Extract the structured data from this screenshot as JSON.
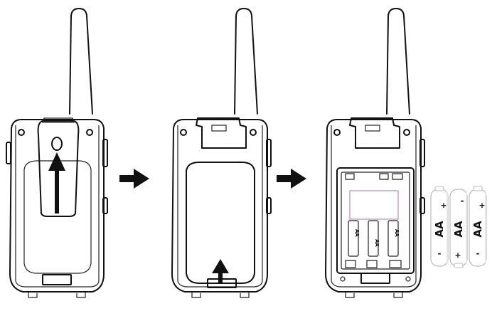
{
  "steps": [
    {
      "id": "step-1-unclip",
      "arrow": "up"
    },
    {
      "id": "step-2-open-cover",
      "arrow": "up"
    },
    {
      "id": "step-3-insert-batteries"
    }
  ],
  "batteries": {
    "label": "AA",
    "plus": "+",
    "minus": "-",
    "count": 3
  },
  "compartment_labels": {
    "aa": "AA"
  },
  "colors": {
    "ink": "#111111",
    "compartment_window": "#c9a0c9",
    "battery_shade": "#e6e6e6"
  },
  "icons": [
    "arrow-right-icon",
    "arrow-up-icon"
  ]
}
